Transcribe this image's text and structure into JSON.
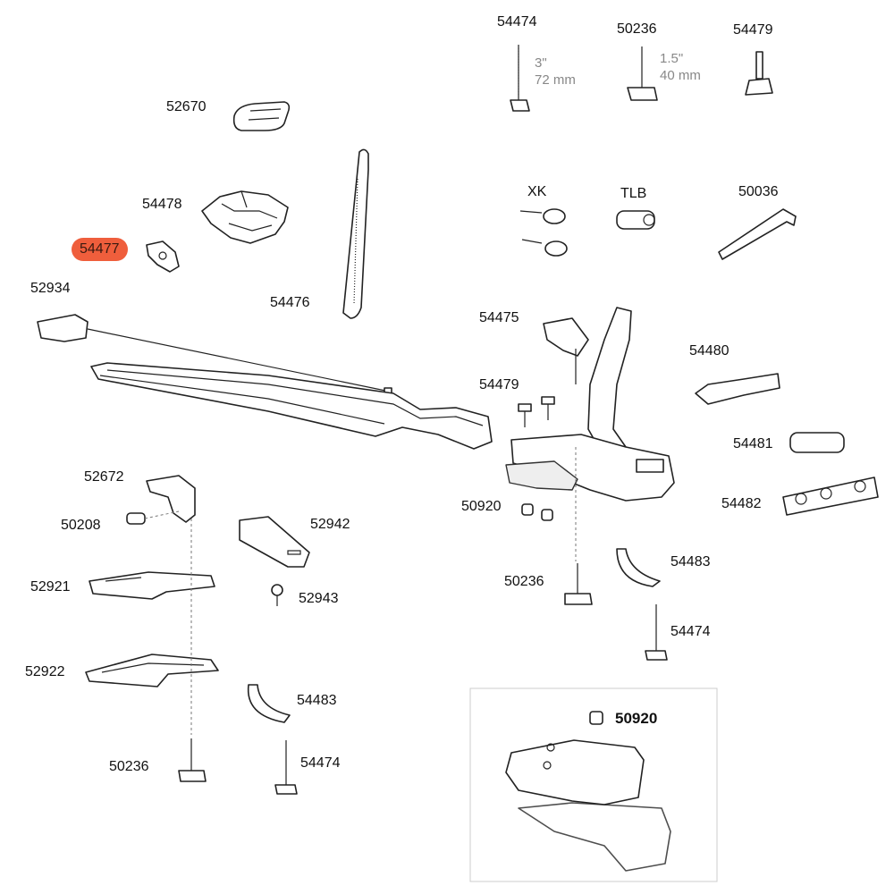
{
  "diagram": {
    "highlight_color": "#ef5e3c",
    "labels": {
      "top_54474": "54474",
      "top_50236": "50236",
      "top_54479": "54479",
      "p52670": "52670",
      "p54478": "54478",
      "p54477": "54477",
      "p52934": "52934",
      "p54476": "54476",
      "xk": "XK",
      "tlb": "TLB",
      "p50036": "50036",
      "p54475": "54475",
      "p54479": "54479",
      "p54480": "54480",
      "p54481": "54481",
      "p54482": "54482",
      "p50920": "50920",
      "p52672": "52672",
      "p50208": "50208",
      "p52942": "52942",
      "p52921": "52921",
      "p52943": "52943",
      "p52922": "52922",
      "right_50236": "50236",
      "right_54483": "54483",
      "right_54474": "54474",
      "left_54483": "54483",
      "left_54474": "54474",
      "left_50236": "50236",
      "inset_50920": "50920"
    },
    "dimensions": {
      "d54474_in": "3\"",
      "d54474_mm": "72 mm",
      "d50236_in": "1.5\"",
      "d50236_mm": "40 mm"
    },
    "highlighted_part": "54477"
  }
}
